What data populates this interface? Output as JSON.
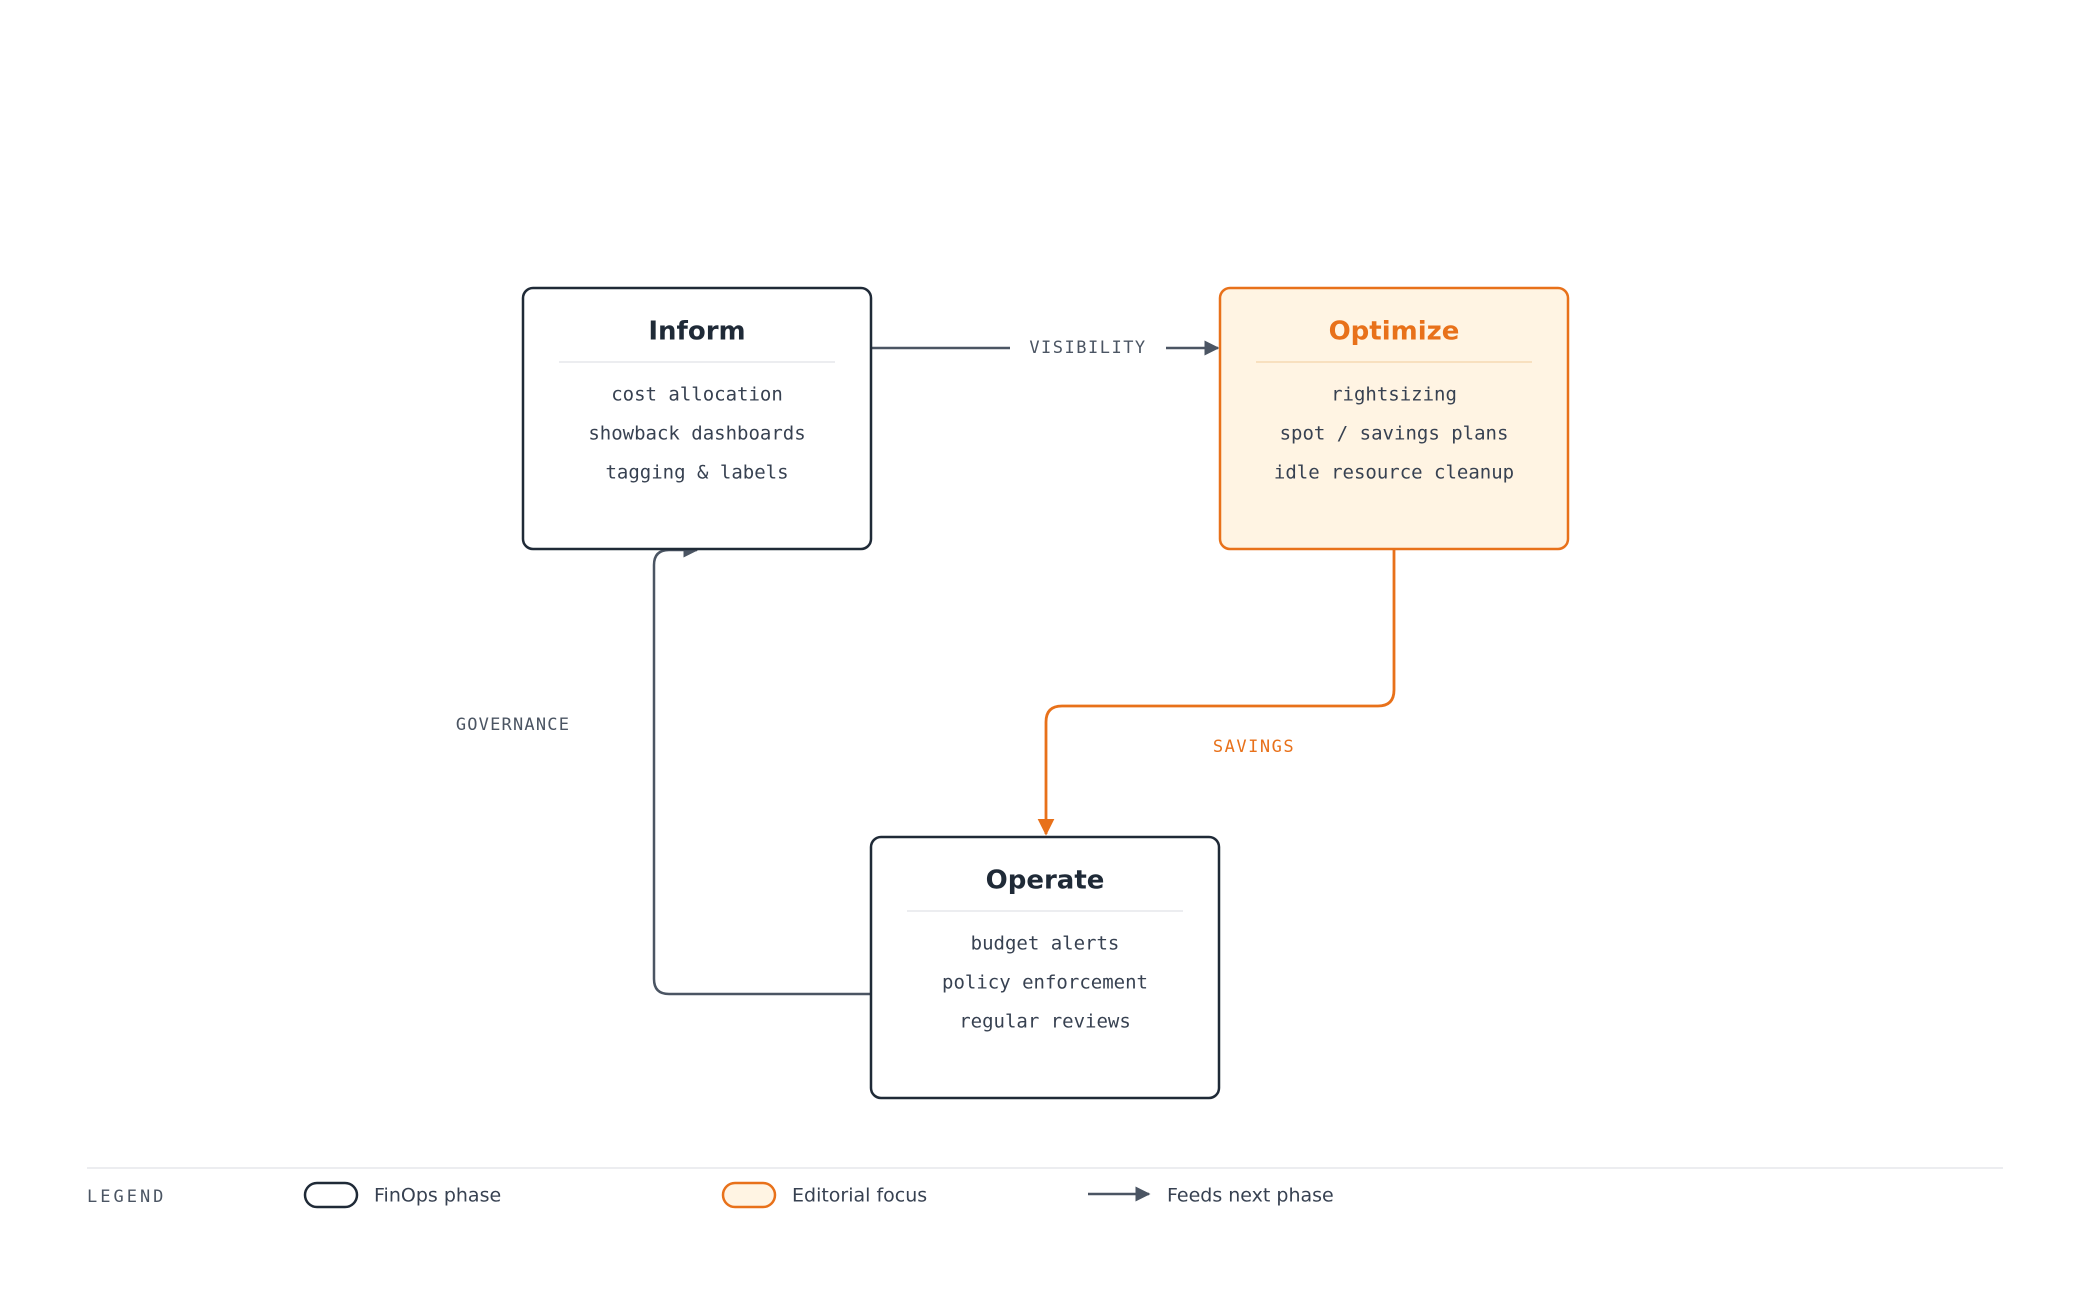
{
  "nodes": {
    "inform": {
      "title": "Inform",
      "items": [
        "cost allocation",
        "showback dashboards",
        "tagging & labels"
      ]
    },
    "optimize": {
      "title": "Optimize",
      "items": [
        "rightsizing",
        "spot / savings plans",
        "idle resource cleanup"
      ]
    },
    "operate": {
      "title": "Operate",
      "items": [
        "budget alerts",
        "policy enforcement",
        "regular reviews"
      ]
    }
  },
  "edges": {
    "visibility": "VISIBILITY",
    "savings": "SAVINGS",
    "governance": "GOVERNANCE"
  },
  "legend": {
    "title": "LEGEND",
    "phase": "FinOps phase",
    "focus": "Editorial focus",
    "feeds": "Feeds next phase"
  },
  "colors": {
    "ink": "#1f2a37",
    "accent": "#e8711a",
    "accent_fill": "#fff4e3",
    "arrow": "#4b5563",
    "muted": "#4b5563",
    "divider": "#e5e7eb"
  }
}
